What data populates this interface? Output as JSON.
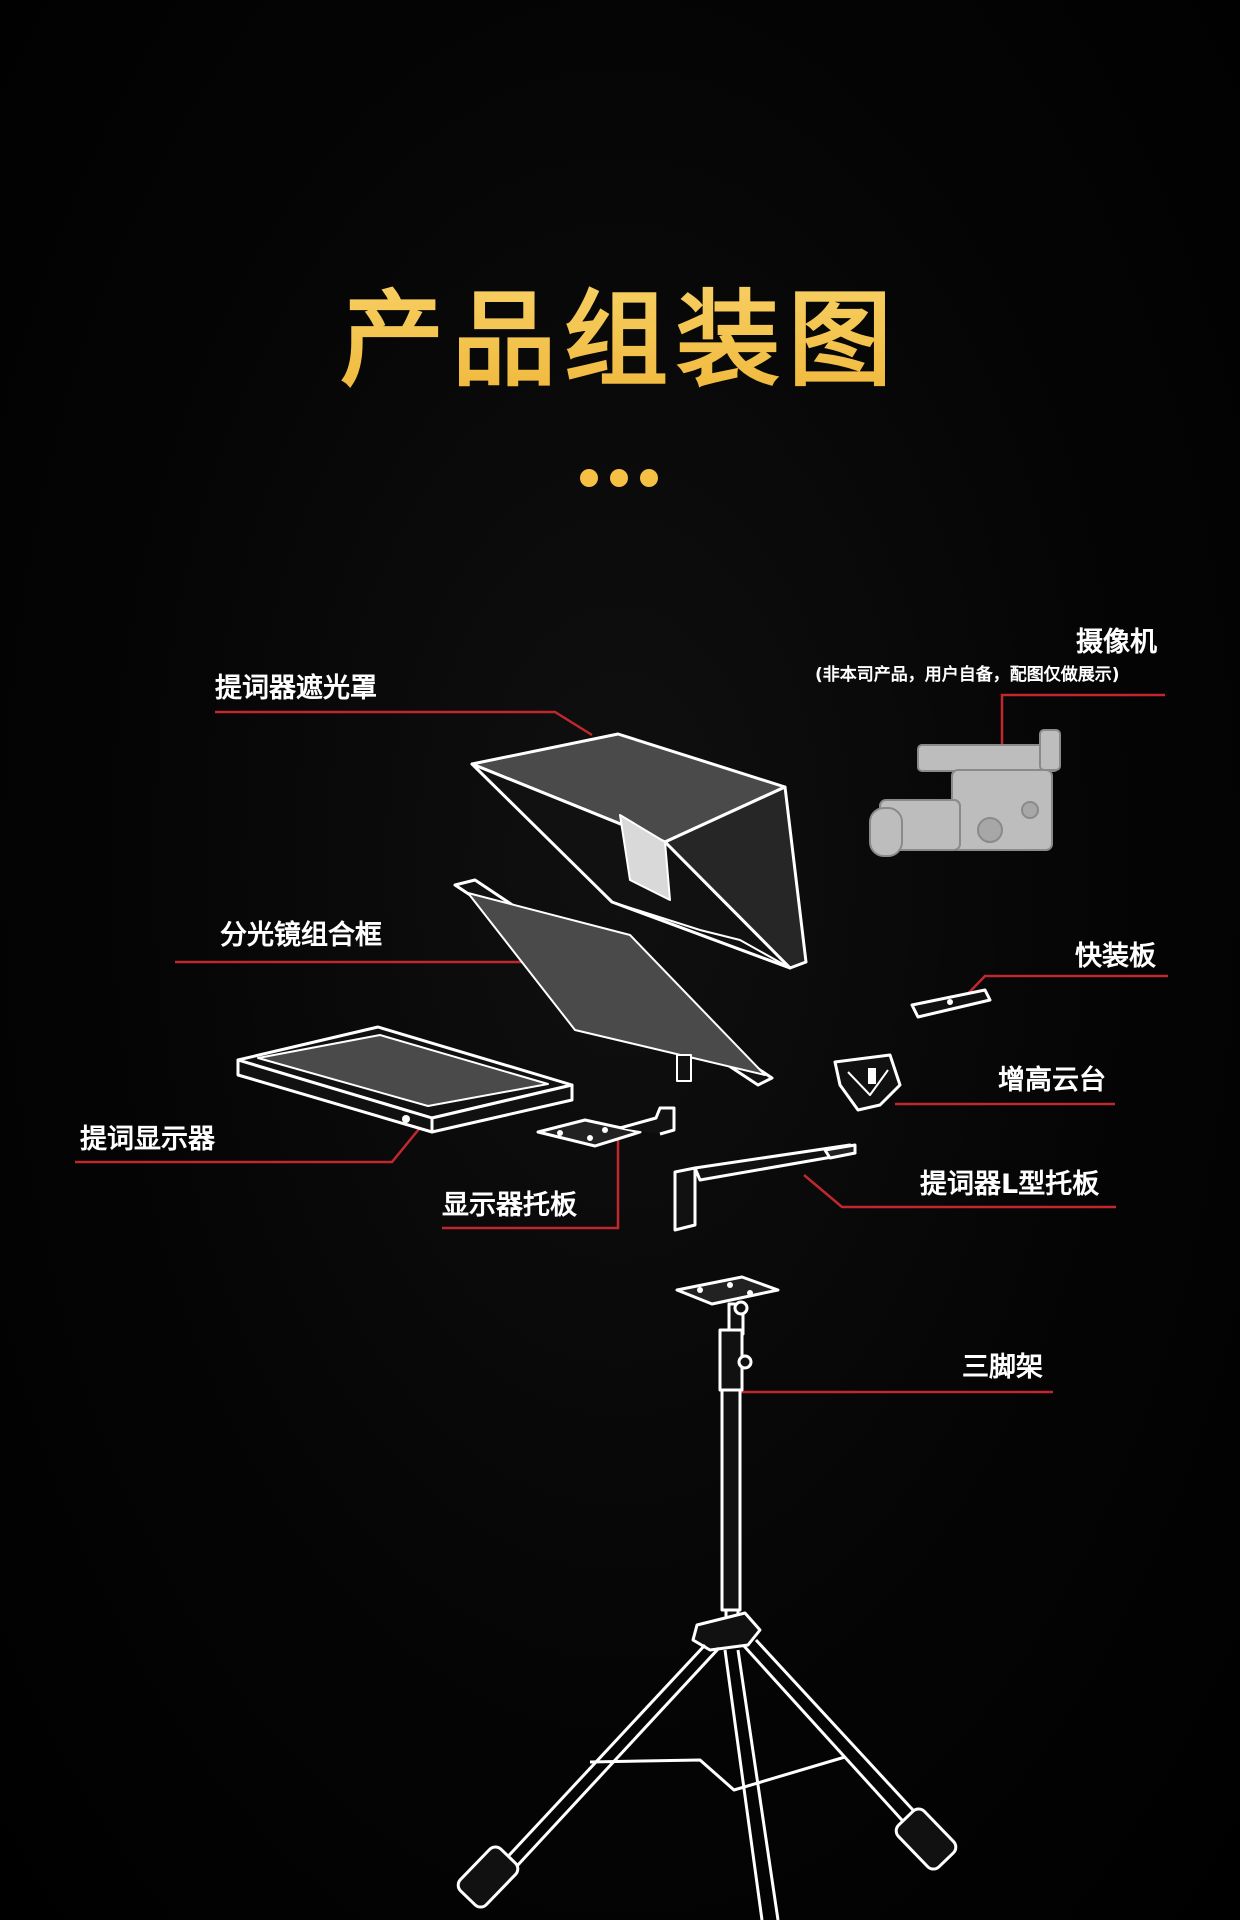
{
  "title": "产品组装图",
  "accent_color": "#f5c044",
  "leader_color": "#c0282e",
  "labels": {
    "hood": "提词器遮光罩",
    "camera": "摄像机",
    "camera_note": "(非本司产品，用户自备，配图仅做展示)",
    "beamsplitter": "分光镜组合框",
    "quick_plate": "快装板",
    "riser_head": "增高云台",
    "monitor": "提词显示器",
    "monitor_tray": "显示器托板",
    "l_bracket": "提词器L型托板",
    "tripod": "三脚架"
  }
}
